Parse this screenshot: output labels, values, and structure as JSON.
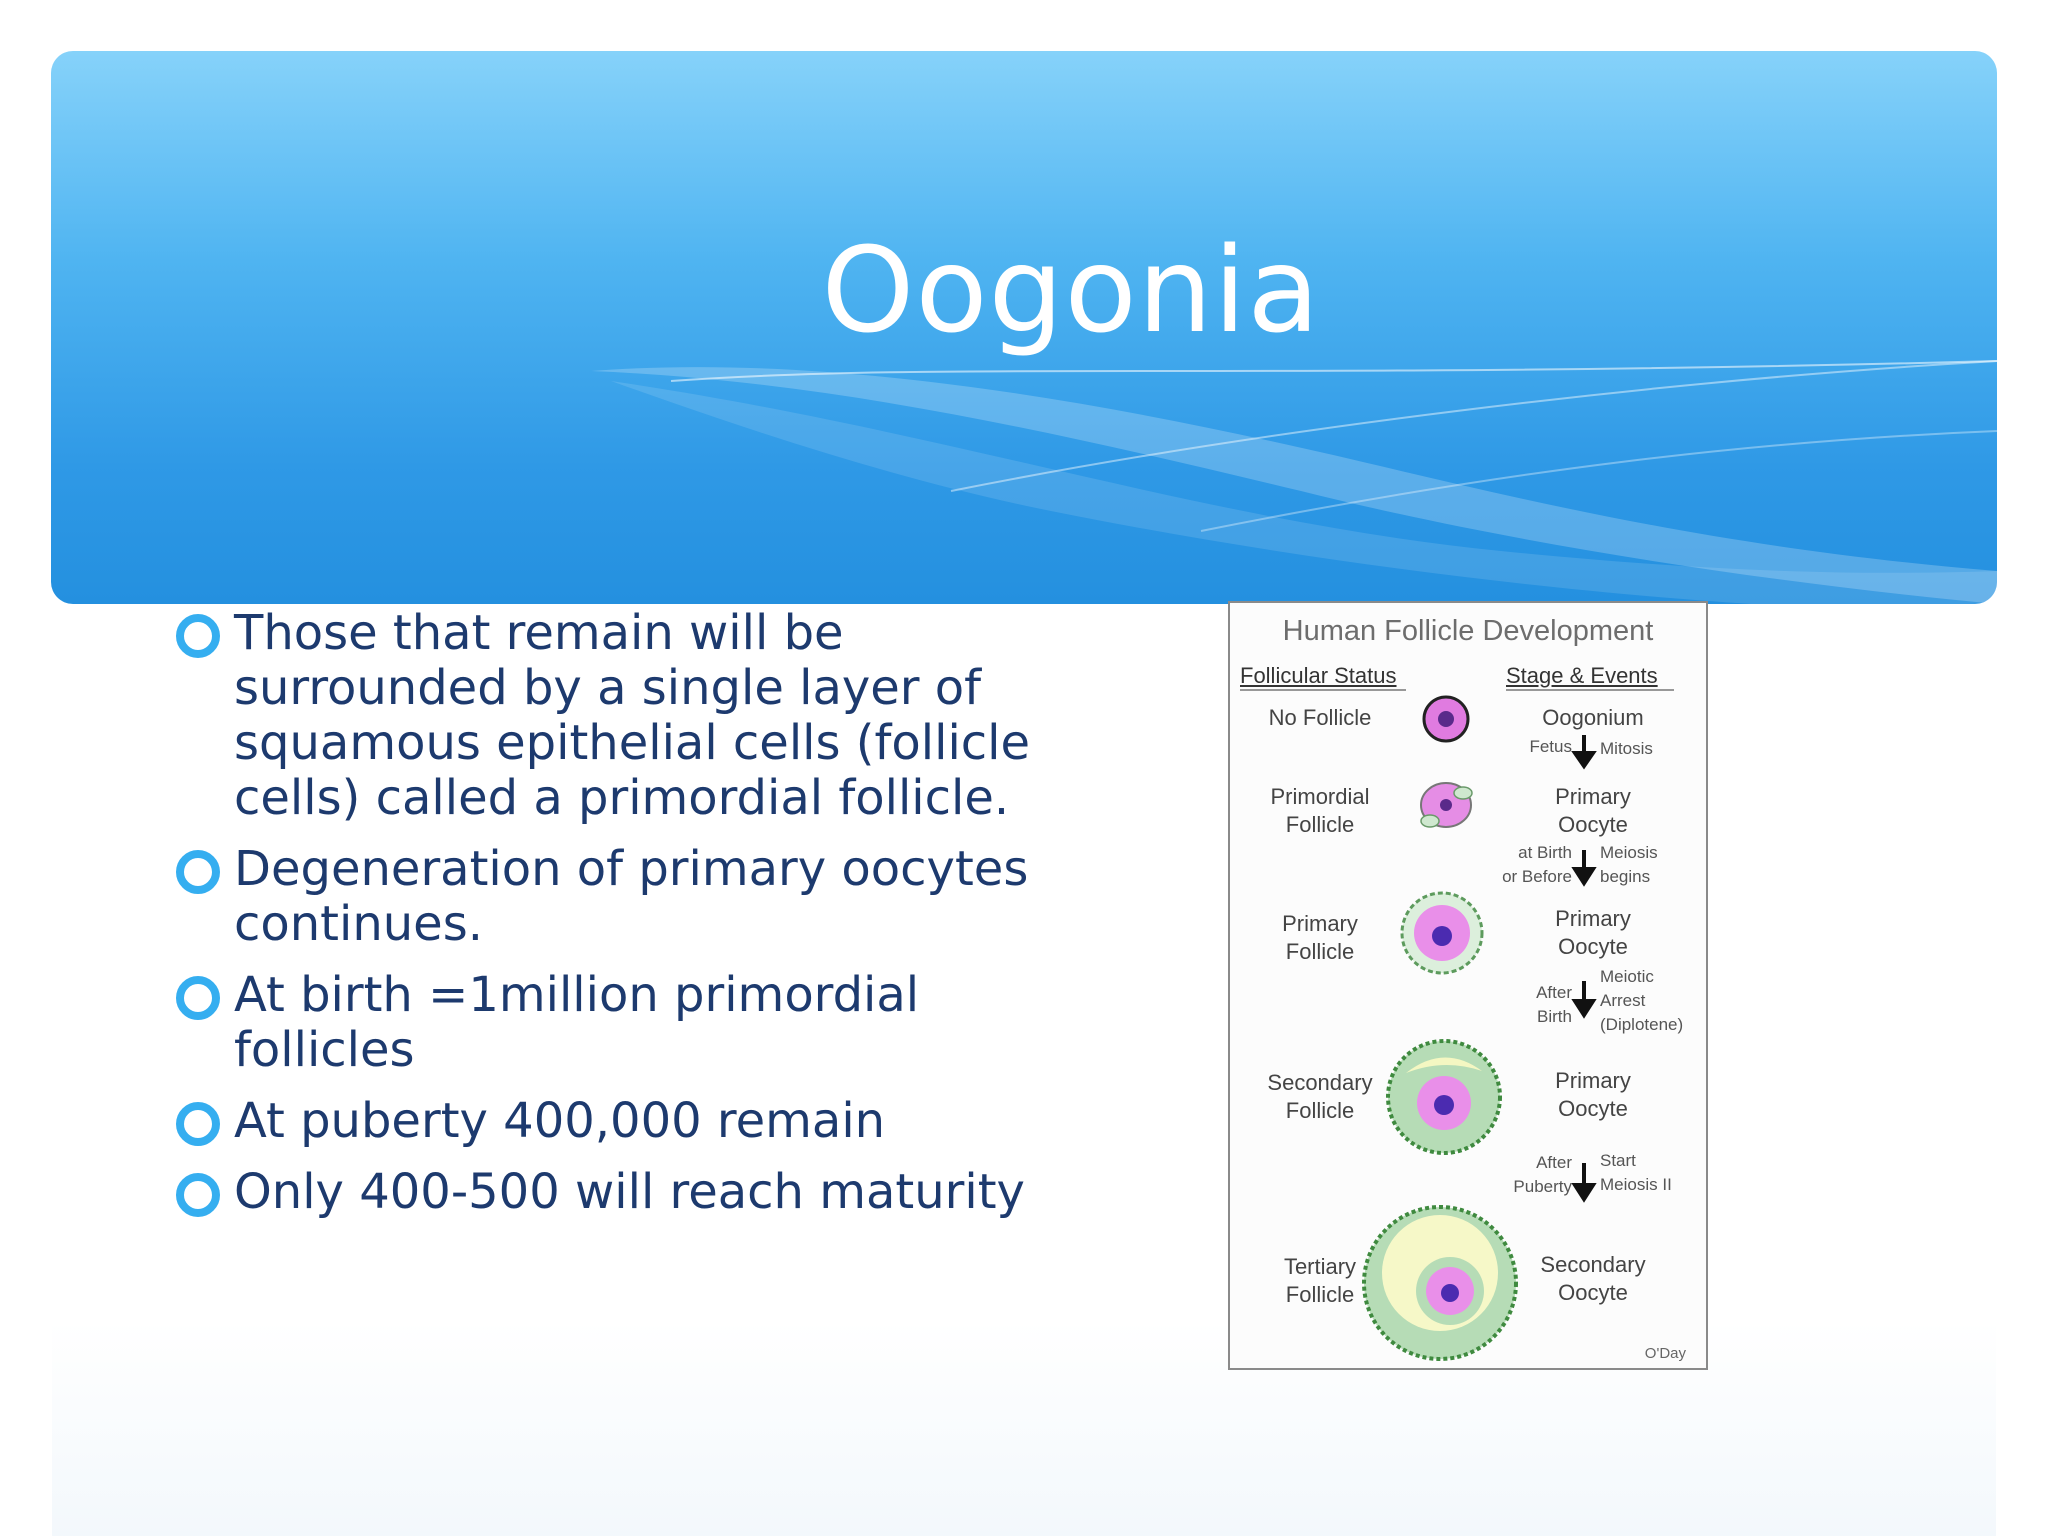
{
  "slide": {
    "title": "Oogonia",
    "bullets": [
      "Those that remain will be surrounded by a single layer of squamous epithelial cells (follicle cells) called a primordial follicle.",
      "Degeneration of primary oocytes continues.",
      "At birth =1million primordial follicles",
      "At puberty 400,000 remain",
      "Only 400-500 will reach maturity"
    ],
    "accent_color": "#35aef0",
    "text_color": "#1d3a6e"
  },
  "figure": {
    "title": "Human Follicle Development",
    "left_heading": "Follicular Status",
    "right_heading": "Stage & Events",
    "follicles": [
      {
        "status": "No Follicle",
        "stage": "Oogonium"
      },
      {
        "status": "Primordial\nFollicle",
        "stage": "Primary\nOocyte"
      },
      {
        "status": "Primary\nFollicle",
        "stage": "Primary\nOocyte"
      },
      {
        "status": "Secondary\nFollicle",
        "stage": "Primary\nOocyte"
      },
      {
        "status": "Tertiary\nFollicle",
        "stage": "Secondary\nOocyte"
      }
    ],
    "transitions": [
      {
        "left": "Fetus",
        "right": "Mitosis"
      },
      {
        "left": "at Birth\nor Before",
        "right": "Meiosis\nbegins"
      },
      {
        "left": "After\nBirth",
        "right": "Meiotic\nArrest\n(Diplotene)"
      },
      {
        "left": "After\nPuberty",
        "right": "Start\nMeiosis II"
      }
    ],
    "credit": "O'Day"
  }
}
